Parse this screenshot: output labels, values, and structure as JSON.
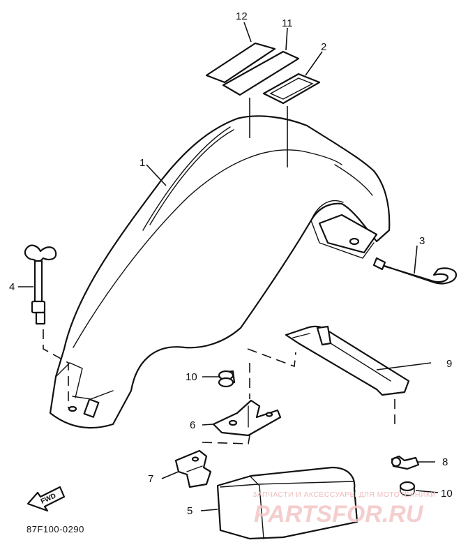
{
  "diagram": {
    "part_labels": {
      "p1": "1",
      "p2": "2",
      "p3": "3",
      "p4": "4",
      "p5": "5",
      "p6": "6",
      "p7": "7",
      "p8": "8",
      "p9": "9",
      "p10a": "10",
      "p10b": "10",
      "p11": "11",
      "p12": "12"
    },
    "drawing_code": "87F100-0290",
    "fwd_label": "FWD"
  },
  "watermark": {
    "tagline": "ЗАПЧАСТИ И АКСЕССУАРЫ ДЛЯ МОТОТЕХНИКИ",
    "brand": "PARTSFOR.RU"
  }
}
